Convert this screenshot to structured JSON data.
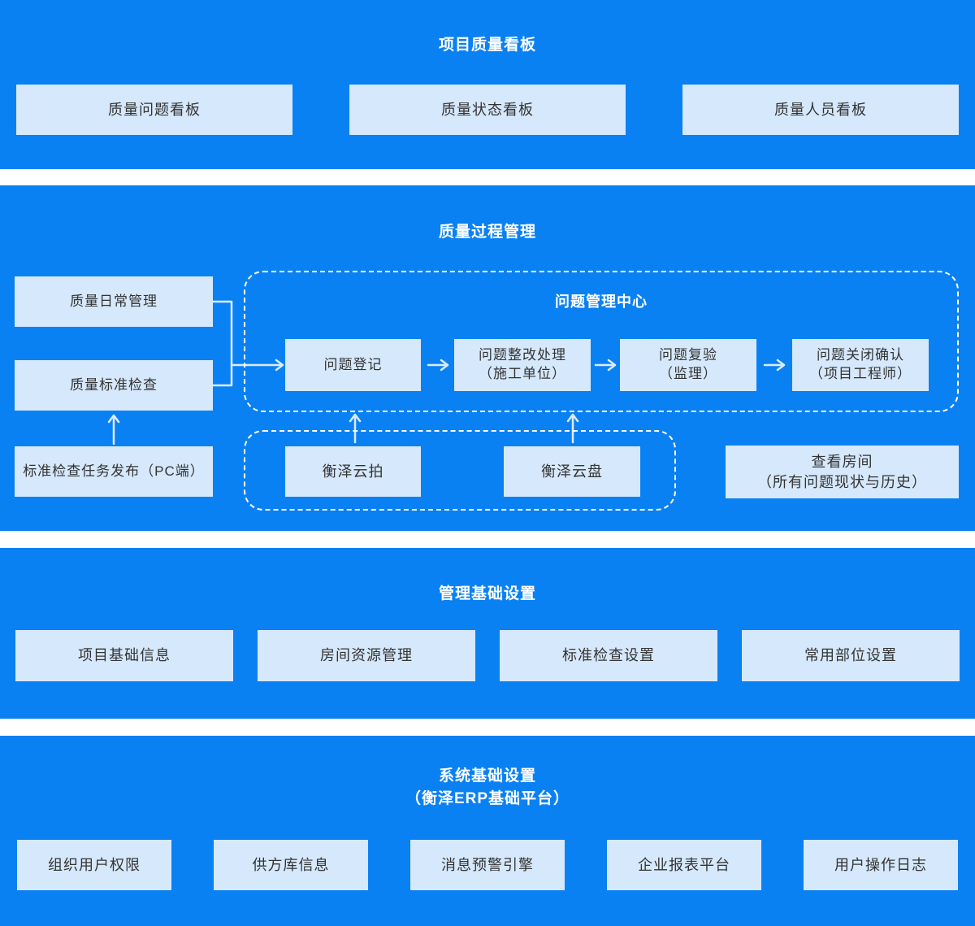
{
  "colors": {
    "panel_background": "#0a81f2",
    "box_background": "#d6e8fb",
    "box_text": "#333333",
    "title_text": "#ffffff",
    "connector_line": "#dcebfb",
    "dashed_border": "#ffffff"
  },
  "dashboard_section": {
    "title": "项目质量看板",
    "boxes": [
      "质量问题看板",
      "质量状态看板",
      "质量人员看板"
    ]
  },
  "process_section": {
    "title": "质量过程管理",
    "left_boxes": [
      "质量日常管理",
      "质量标准检查",
      "标准检查任务发布（PC端）"
    ],
    "issue_center": {
      "label": "问题管理中心",
      "flow_boxes": [
        "问题登记",
        "问题整改处理\n（施工单位）",
        "问题复验\n（监理）",
        "问题关闭确认\n（项目工程师）"
      ]
    },
    "tool_boxes": [
      "衡泽云拍",
      "衡泽云盘"
    ],
    "room_box": "查看房间\n（所有问题现状与历史）"
  },
  "management_section": {
    "title": "管理基础设置",
    "boxes": [
      "项目基础信息",
      "房间资源管理",
      "标准检查设置",
      "常用部位设置"
    ]
  },
  "system_section": {
    "title": "系统基础设置\n（衡泽ERP基础平台）",
    "boxes": [
      "组织用户权限",
      "供方库信息",
      "消息预警引擎",
      "企业报表平台",
      "用户操作日志"
    ]
  }
}
